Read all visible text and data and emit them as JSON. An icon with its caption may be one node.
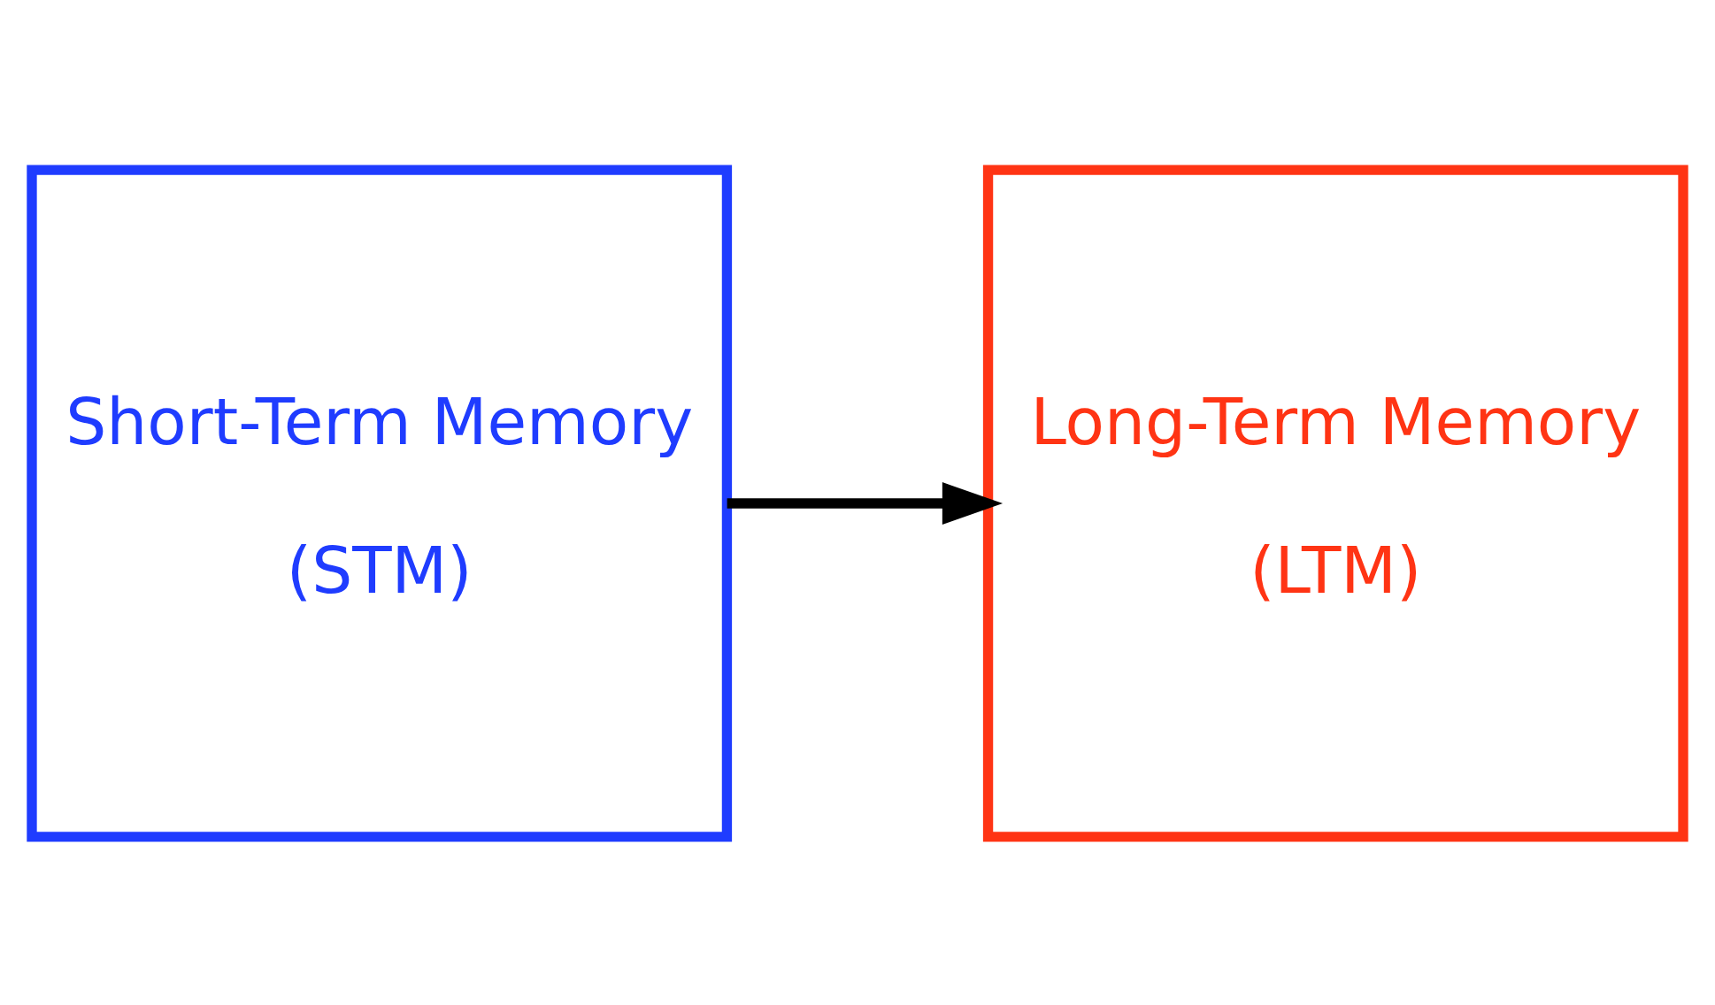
{
  "diagram": {
    "nodes": [
      {
        "text": [
          "Short-Term Memory",
          "(STM)"
        ]
      },
      {
        "text": [
          "Long-Term Memory",
          "(LTM)"
        ]
      }
    ],
    "edges": [
      {
        "from": 0,
        "to": 1,
        "arrow": "to"
      }
    ]
  }
}
